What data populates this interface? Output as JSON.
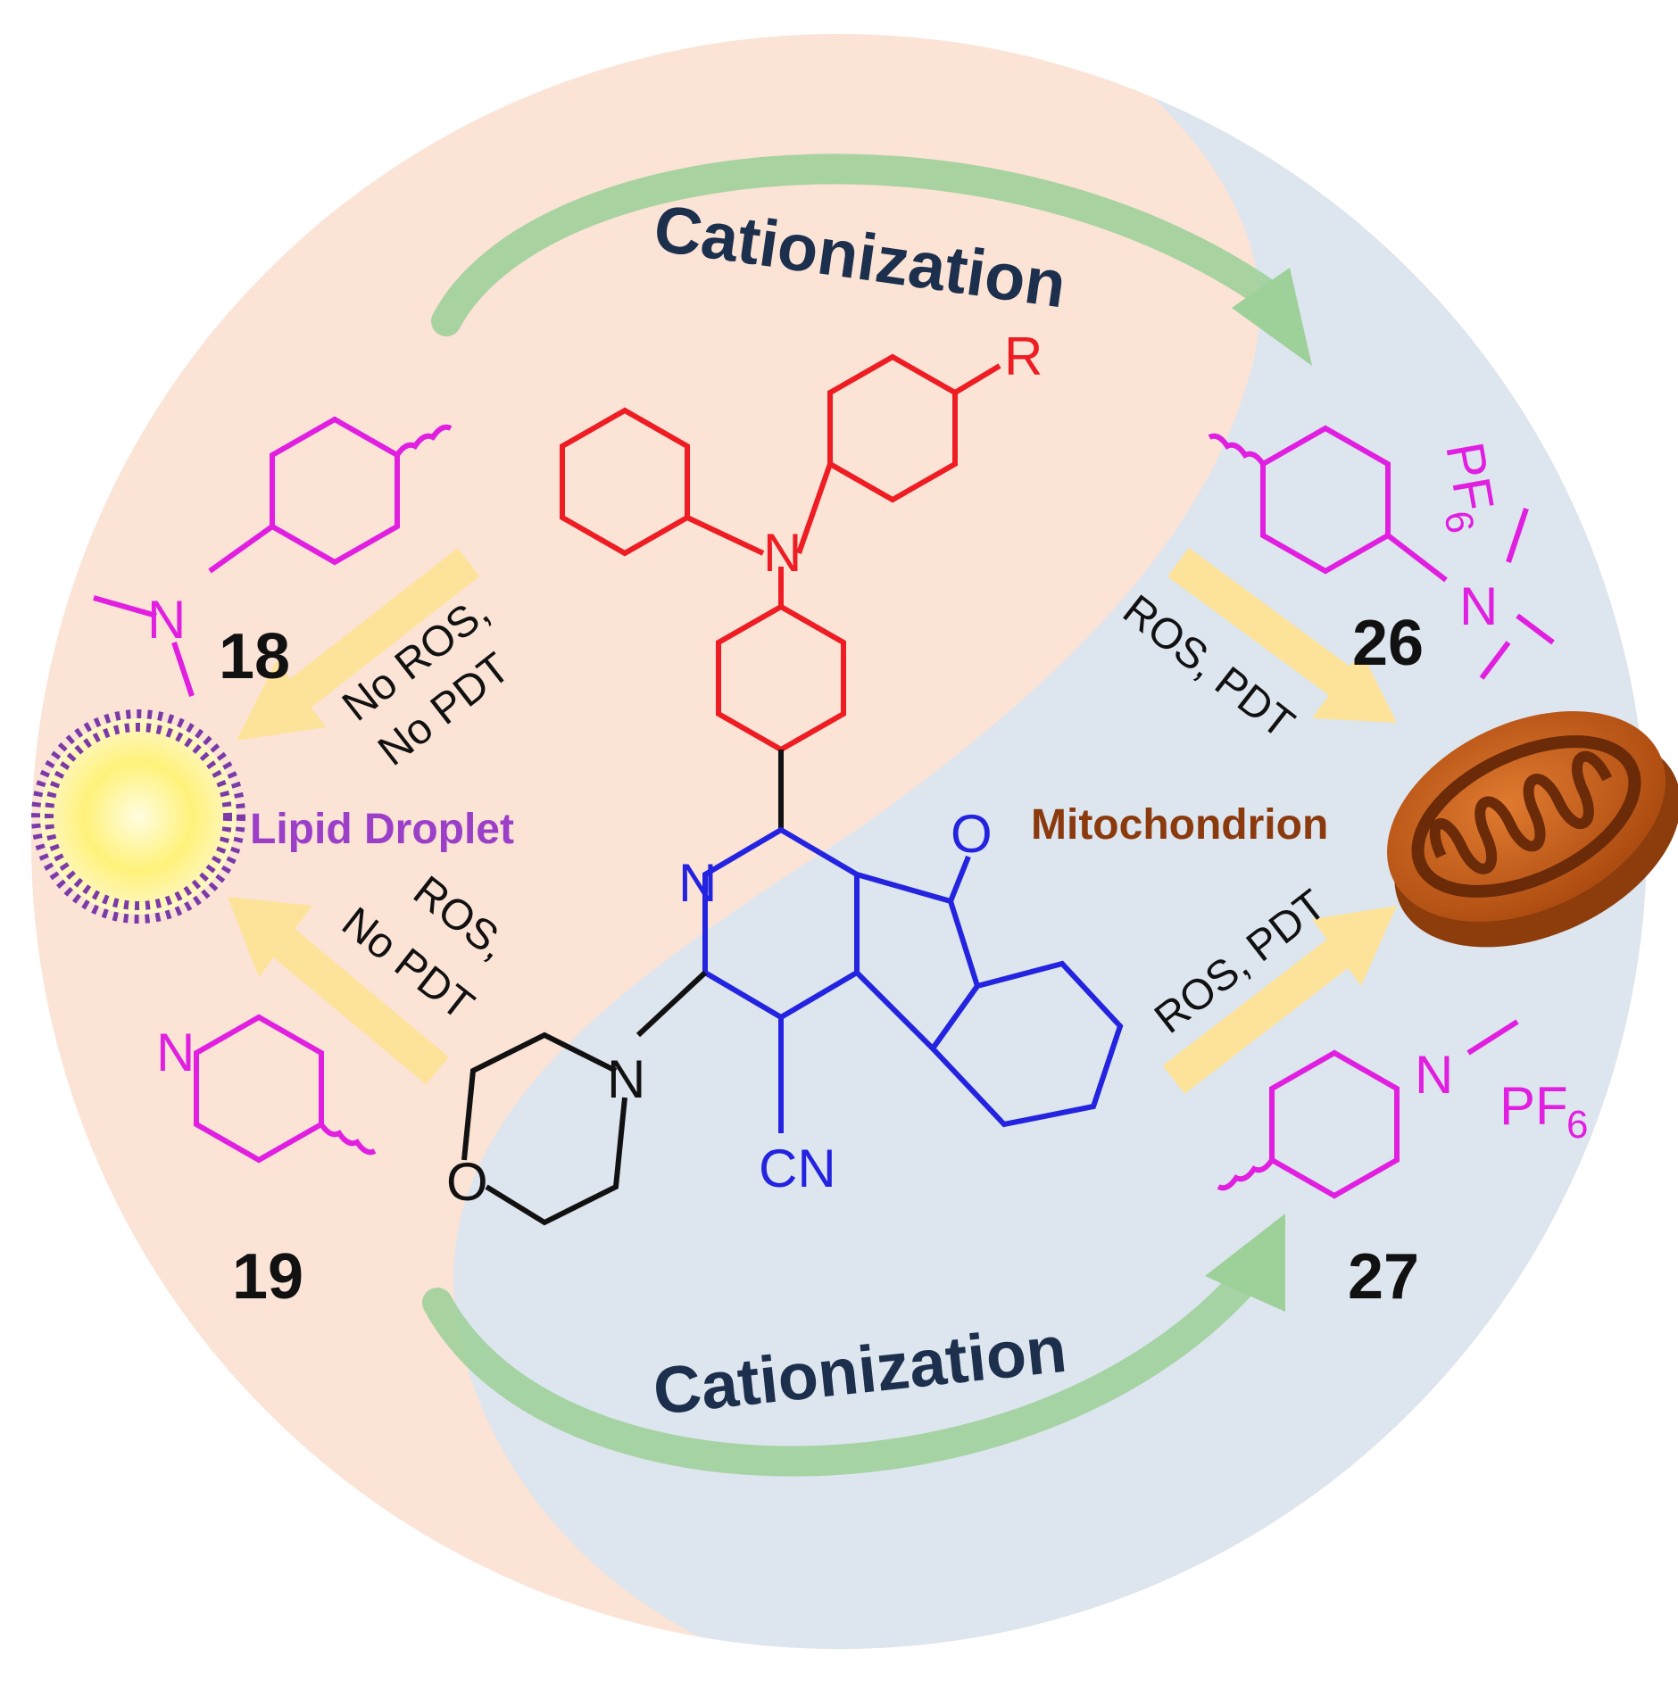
{
  "colors": {
    "peach": "#fbe3d6",
    "blue_gray": "#dde5ef",
    "red": "#ee1c23",
    "blue": "#2323e0",
    "magenta": "#e01fe0",
    "black": "#111111",
    "green_arrow": "#9ed09a",
    "yellow_arrow": "#fde39a",
    "navy_text": "#1c2f4c",
    "purple": "#9b3fc9",
    "brown": "#8b3a0e",
    "mito_fill": "#c8641e"
  },
  "arrows": {
    "top_label": "Cationization",
    "bottom_label": "Cationization"
  },
  "compounds": {
    "c18": "18",
    "c19": "19",
    "c26": "26",
    "c27": "27"
  },
  "pathways": {
    "p18_line1": "No ROS,",
    "p18_line2": "No PDT",
    "p19_line1": "ROS,",
    "p19_line2": "No PDT",
    "p26": "ROS, PDT",
    "p27": "ROS, PDT"
  },
  "organelles": {
    "lipid_droplet": "Lipid Droplet",
    "mitochondrion": "Mitochondrion"
  },
  "atoms": {
    "R": "R",
    "N_amine": "N",
    "O_ketone": "O",
    "N_pyridine": "N",
    "N_morph": "N",
    "O_morph": "O",
    "CN": "CN",
    "N18": "N",
    "N19": "N",
    "PF6_26": "PF",
    "PF6_26_sub": "6",
    "N26": "N",
    "N27": "N",
    "PF6_27": "PF",
    "PF6_27_sub": "6"
  }
}
